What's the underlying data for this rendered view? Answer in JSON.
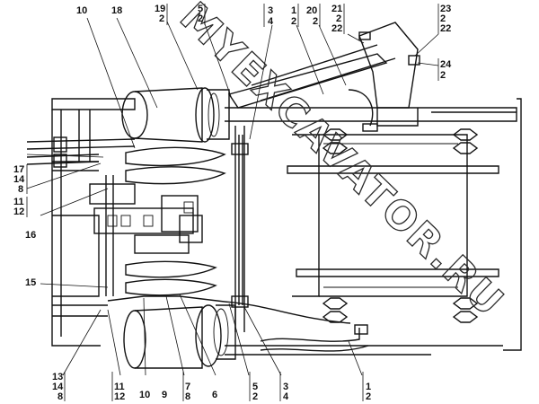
{
  "watermark": "MYEXCAVATOR.RU",
  "callouts": [
    {
      "id": "c-10-top",
      "lines": [
        "10"
      ]
    },
    {
      "id": "c-18",
      "lines": [
        "18"
      ]
    },
    {
      "id": "c-19-2",
      "lines": [
        "19",
        "2"
      ]
    },
    {
      "id": "c-5-2-top",
      "lines": [
        "5",
        "2"
      ]
    },
    {
      "id": "c-3-4-top",
      "lines": [
        "3",
        "4"
      ]
    },
    {
      "id": "c-1-2-top",
      "lines": [
        "1",
        "2"
      ]
    },
    {
      "id": "c-20-2",
      "lines": [
        "20",
        "2"
      ]
    },
    {
      "id": "c-21-2-22",
      "lines": [
        "21",
        "2",
        "22"
      ]
    },
    {
      "id": "c-23-2-22",
      "lines": [
        "23",
        "2",
        "22"
      ]
    },
    {
      "id": "c-24-2",
      "lines": [
        "24",
        "2"
      ]
    },
    {
      "id": "c-17-14-8",
      "lines": [
        "17",
        "14",
        "8"
      ]
    },
    {
      "id": "c-11-12-left",
      "lines": [
        "11",
        "12"
      ]
    },
    {
      "id": "c-16",
      "lines": [
        "16"
      ]
    },
    {
      "id": "c-15",
      "lines": [
        "15"
      ]
    },
    {
      "id": "c-13-14-8",
      "lines": [
        "13",
        "14",
        "8"
      ]
    },
    {
      "id": "c-11-12-bottom",
      "lines": [
        "11",
        "12"
      ]
    },
    {
      "id": "c-10-bottom",
      "lines": [
        "10"
      ]
    },
    {
      "id": "c-9",
      "lines": [
        "9"
      ]
    },
    {
      "id": "c-7-8",
      "lines": [
        "7",
        "8"
      ]
    },
    {
      "id": "c-6",
      "lines": [
        "6"
      ]
    },
    {
      "id": "c-5-2-bottom",
      "lines": [
        "5",
        "2"
      ]
    },
    {
      "id": "c-3-4-bottom",
      "lines": [
        "3",
        "4"
      ]
    },
    {
      "id": "c-1-2-bottom",
      "lines": [
        "1",
        "2"
      ]
    }
  ]
}
